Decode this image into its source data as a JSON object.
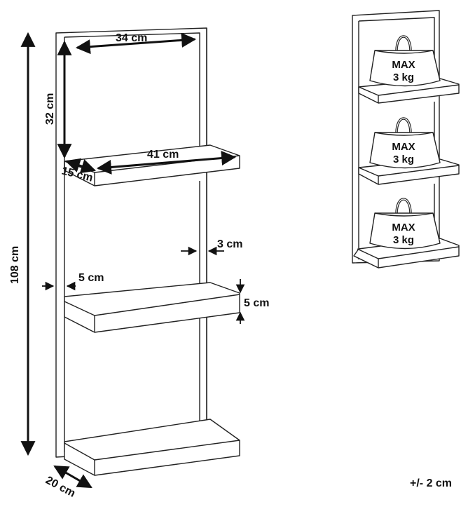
{
  "dimensions": {
    "width_top": "34 cm",
    "height_top_section": "32 cm",
    "shelf_width": "41 cm",
    "shelf_depth": "15 cm",
    "total_height": "108 cm",
    "panel_thickness": "3 cm",
    "frame_thickness": "5 cm",
    "shelf_thickness": "5 cm",
    "base_depth": "20 cm"
  },
  "load_limits": [
    {
      "line1": "MAX",
      "line2": "3 kg"
    },
    {
      "line1": "MAX",
      "line2": "3 kg"
    },
    {
      "line1": "MAX",
      "line2": "3 kg"
    }
  ],
  "tolerance": "+/- 2 cm"
}
